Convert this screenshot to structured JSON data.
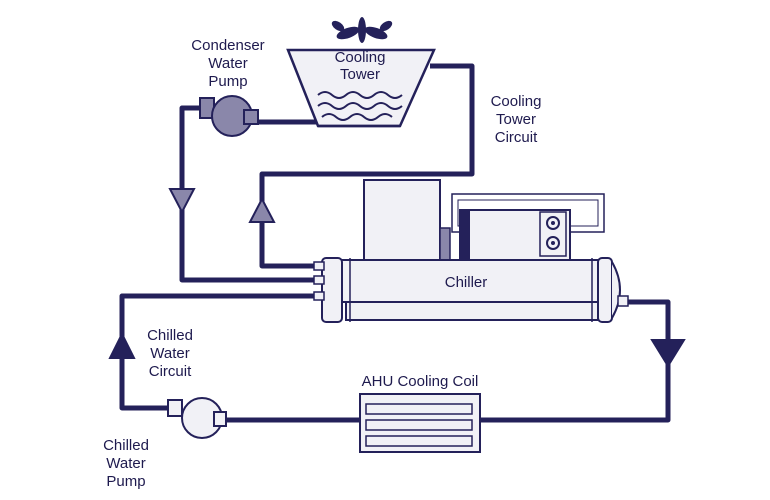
{
  "diagram": {
    "labels": {
      "cooling_tower": [
        "Cooling",
        "Tower"
      ],
      "condenser_pump": [
        "Condenser",
        "Water",
        "Pump"
      ],
      "cooling_tower_circuit": [
        "Cooling",
        "Tower",
        "Circuit"
      ],
      "chiller": "Chiller",
      "chilled_water_circuit": [
        "Chilled",
        "Water",
        "Circuit"
      ],
      "ahu_coil": "AHU Cooling Coil",
      "chilled_water_pump": [
        "Chilled",
        "Water",
        "Pump"
      ]
    },
    "colors": {
      "pipe": "#24215a",
      "fill_light": "#f1f1f6",
      "fill_pump": "#8a87aa",
      "text": "#1e1a4e"
    }
  }
}
